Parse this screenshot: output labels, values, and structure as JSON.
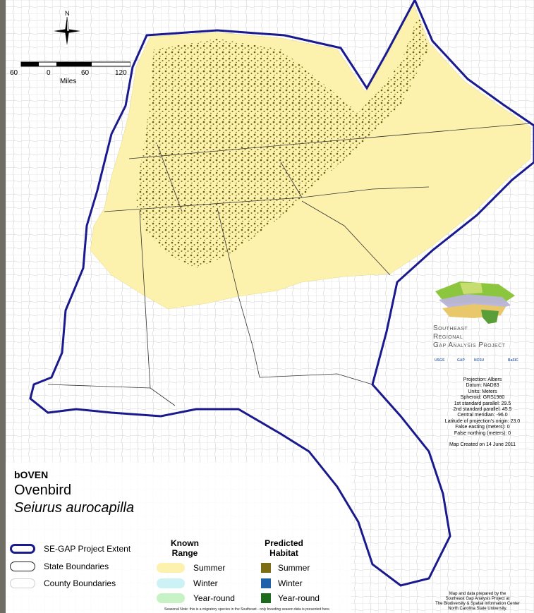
{
  "compass": {
    "north_label": "N"
  },
  "scale": {
    "ticks": [
      "60",
      "0",
      "60",
      "120"
    ],
    "unit": "Miles"
  },
  "species": {
    "code": "bOVEN",
    "common_name": "Ovenbird",
    "scientific_name": "Seiurus aurocapilla"
  },
  "legend": {
    "boundaries": [
      {
        "label": "SE-GAP Project Extent",
        "color": "#1a1a8c"
      },
      {
        "label": "State Boundaries",
        "color": "#222222"
      },
      {
        "label": "County Boundaries",
        "color": "#cfcfcf"
      }
    ],
    "known_range": {
      "heading_line1": "Known",
      "heading_line2": "Range",
      "items": [
        {
          "label": "Summer",
          "color": "#fdf2ad"
        },
        {
          "label": "Winter",
          "color": "#cdf2f6"
        },
        {
          "label": "Year-round",
          "color": "#c6f2c6"
        }
      ]
    },
    "predicted_habitat": {
      "heading_line1": "Predicted",
      "heading_line2": "Habitat",
      "items": [
        {
          "label": "Summer",
          "color": "#7d6e14"
        },
        {
          "label": "Winter",
          "color": "#2060a8"
        },
        {
          "label": "Year-round",
          "color": "#1d6b1d"
        }
      ]
    }
  },
  "logo": {
    "line1": "Southeast",
    "line2": "Regional",
    "line3": "Gap Analysis Project",
    "partners": [
      "USGS",
      "GAP",
      "NCSU",
      "BaSIC"
    ]
  },
  "projection": {
    "lines": [
      "Projection: Albers",
      "Datum: NAD83",
      "Units: Meters",
      "Spheroid: GRS1980",
      "1st standard parallel: 29.5",
      "2nd standard parallel: 45.5",
      "Central meridian: -96.0",
      "Latitude of projection's origin: 23.0",
      "False easting (meters): 0",
      "False northing (meters): 0",
      "",
      "Map Created on 14 June 2011"
    ]
  },
  "credits": {
    "lines": [
      "Map and data prepared by the",
      "Southeast Gap Analysis Project at",
      "The Biodiversity & Spatial Information Center",
      "North Carolina State University."
    ]
  },
  "seasonal_note": "Seasonal Note: this is a migratory species in the Southeast - only breeding season data is presented here."
}
